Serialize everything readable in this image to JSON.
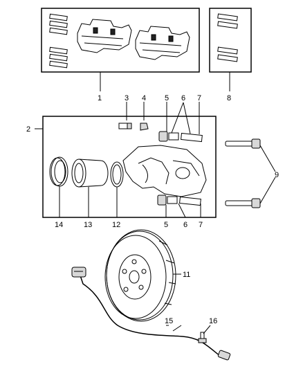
{
  "callouts": {
    "c1": "1",
    "c2": "2",
    "c3": "3",
    "c4": "4",
    "c5a": "5",
    "c6a": "6",
    "c7a": "7",
    "c8": "8",
    "c9": "9",
    "c11": "11",
    "c14": "14",
    "c13": "13",
    "c12": "12",
    "c5b": "5",
    "c6b": "6",
    "c7b": "7",
    "c15": "15",
    "c16": "16"
  }
}
